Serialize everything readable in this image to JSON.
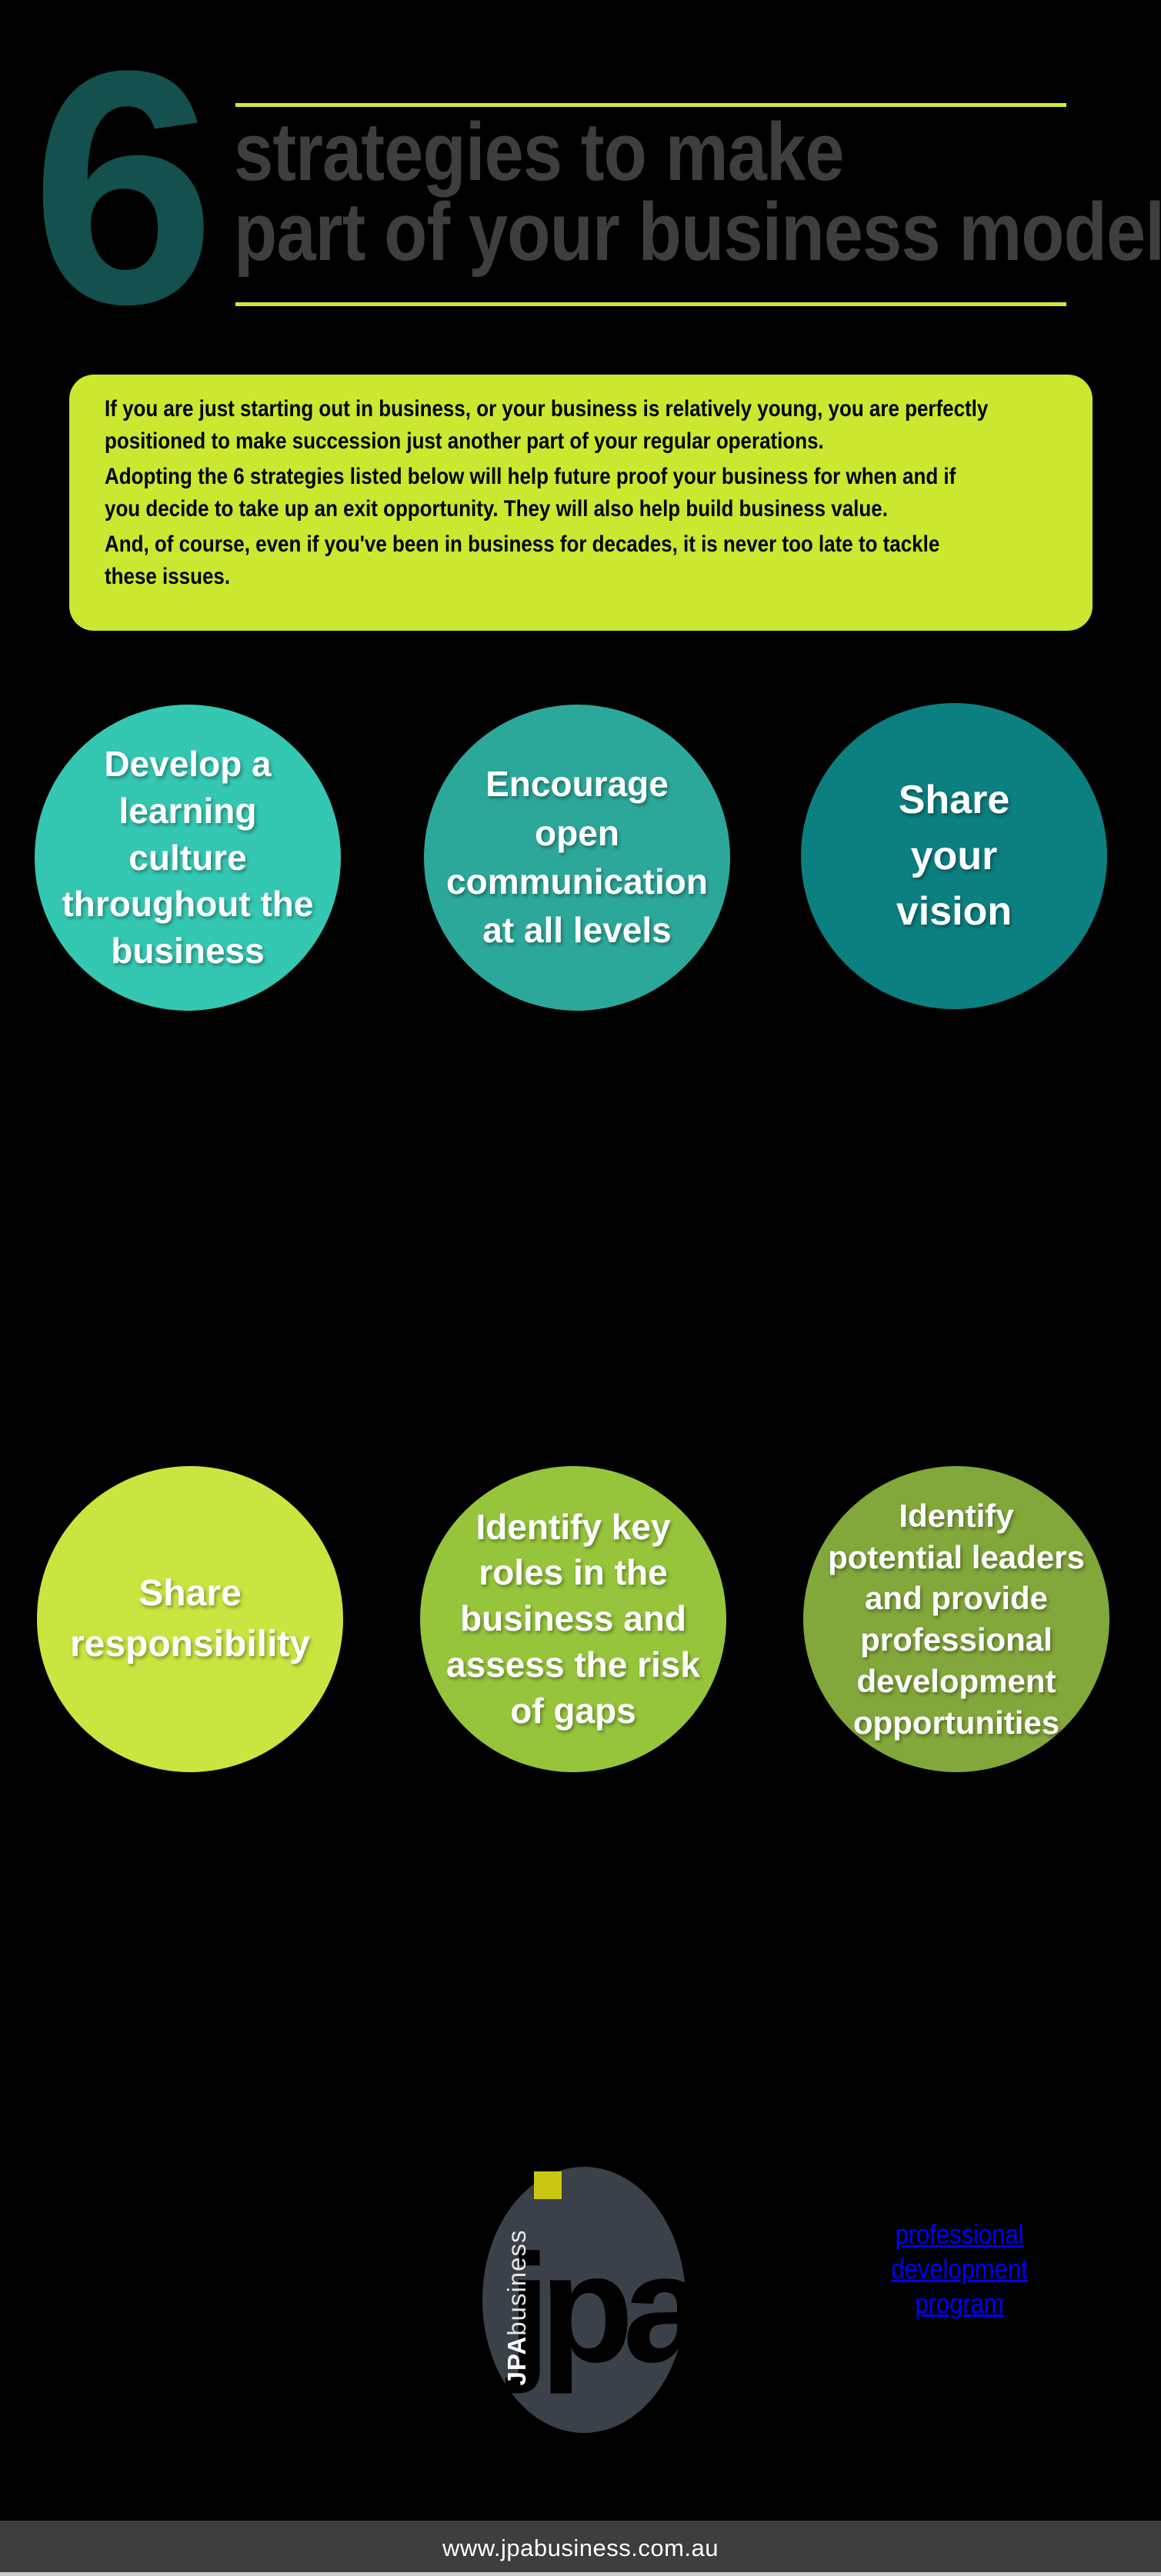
{
  "page": {
    "background_color": "#000000"
  },
  "header": {
    "number": "6",
    "number_color": "#14504D",
    "title_line1": "strategies to make",
    "title_line2": "part of your business model",
    "title_color": "#3E3E3E",
    "rule_color": "#D6E92E"
  },
  "intro": {
    "background_color": "#CBE72F",
    "text_color": "#000000",
    "paragraphs": [
      "If you are just starting out in business, or your business is relatively young, you are perfectly\npositioned to make succession just another part of your regular operations.",
      "Adopting the 6 strategies listed below will help future proof your business for when and if\nyou decide to take up an exit opportunity. They will also help build business value.",
      "And, of course, even if you've been in business for decades, it is never too late to tackle\nthese issues."
    ]
  },
  "circles": [
    {
      "label": "Develop a\nlearning\nculture\nthroughout the\nbusiness",
      "color": "#34C7B2"
    },
    {
      "label": "Encourage\nopen\ncommunication\nat all levels",
      "color": "#2CA89A"
    },
    {
      "label": "Share\nyour\nvision",
      "color": "#0C7F80"
    },
    {
      "label": "Share\nresponsibility",
      "color": "#C8E63F"
    },
    {
      "label": "Identify key\nroles in the\nbusiness and\nassess the risk\nof gaps",
      "color": "#96C53C"
    },
    {
      "label": "Identify\npotential leaders\nand provide\nprofessional\ndevelopment\nopportunities",
      "color": "#82A73A"
    }
  ],
  "logo": {
    "mark": "jpa",
    "brand_bold": "JPA",
    "brand_rest": "business",
    "ellipse_color": "#3A4149",
    "square_color": "#C9C711"
  },
  "cta": {
    "link_text": "professional development\nprogram",
    "color": "#0000FF"
  },
  "footer": {
    "url": "www.jpabusiness.com.au",
    "background_color": "#3E3E3E"
  }
}
